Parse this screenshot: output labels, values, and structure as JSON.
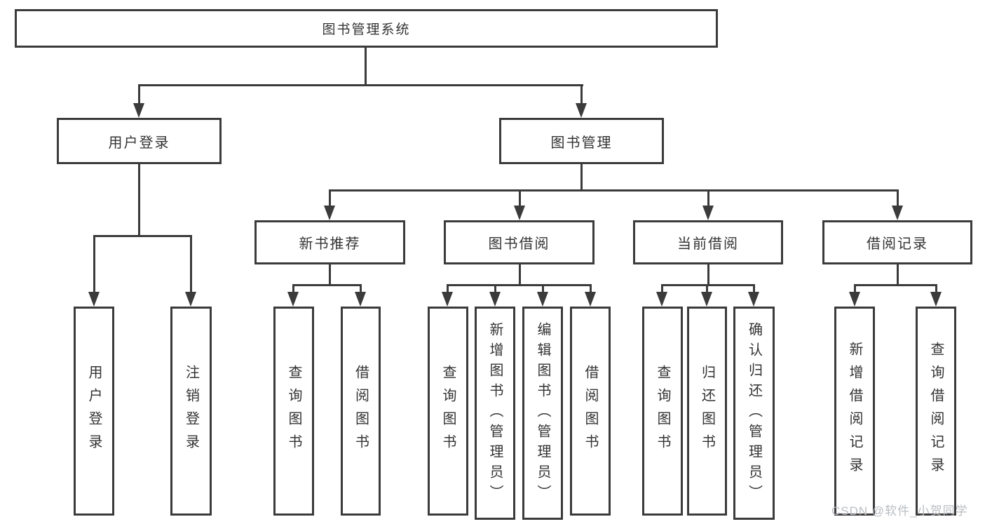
{
  "diagram": {
    "title": "图书管理系统",
    "level2": {
      "user_login": "用户登录",
      "book_management": "图书管理"
    },
    "level3": {
      "new_book_recommend": "新书推荐",
      "book_borrow": "图书借阅",
      "current_borrow": "当前借阅",
      "borrow_records": "借阅记录"
    },
    "leaves": {
      "user_login": "用户登录",
      "logout": "注销登录",
      "recommend_query_book": "查询图书",
      "recommend_borrow_book": "借阅图书",
      "borrow_query_book": "查询图书",
      "borrow_add_book": "新增图书（管理员）",
      "borrow_edit_book": "编辑图书（管理员）",
      "borrow_borrow_book": "借阅图书",
      "current_query_book": "查询图书",
      "current_return_book": "归还图书",
      "current_confirm_return": "确认归还（管理员）",
      "records_add_record": "新增借阅记录",
      "records_query_record": "查询借阅记录"
    }
  },
  "watermark": "CSDN @软件_小贺同学",
  "colors": {
    "line": "#3b3b3b",
    "text": "#333333",
    "watermark": "#b9bdc2",
    "background": "#ffffff"
  }
}
